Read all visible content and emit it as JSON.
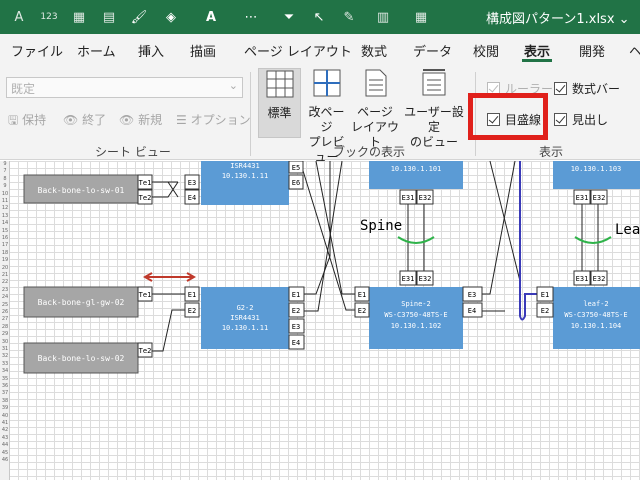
{
  "title_bar": {
    "document_title": "構成図パターン1.xlsx",
    "quick_access_icons": [
      "format-a-icon",
      "format-123-icon",
      "sheet-icon",
      "table-icon",
      "format-painter-icon",
      "fill-color-icon",
      "font-color-icon",
      "border-icon",
      "filter-icon",
      "select-icon",
      "edit-icon",
      "chart-icon",
      "grid-icon"
    ],
    "accent_color": "#217346"
  },
  "tabs": [
    {
      "label": "ファイル"
    },
    {
      "label": "ホーム"
    },
    {
      "label": "挿入"
    },
    {
      "label": "描画"
    },
    {
      "label": "ページ レイアウト"
    },
    {
      "label": "数式"
    },
    {
      "label": "データ"
    },
    {
      "label": "校閲"
    },
    {
      "label": "表示",
      "active": true
    },
    {
      "label": "開発"
    },
    {
      "label": "ヘ"
    }
  ],
  "sheet_view": {
    "select_value": "既定",
    "keep": "保持",
    "exit": "終了",
    "new": "新規",
    "options": "オプション",
    "group_label": "シート ビュー"
  },
  "workbook_views": {
    "normal": "標準",
    "page_break_1": "改ページ",
    "page_break_2": "プレビュー",
    "page_layout_1": "ページ",
    "page_layout_2": "レイアウト",
    "custom_1": "ユーザー設定",
    "custom_2": "のビュー",
    "group_label": "ブックの表示"
  },
  "show": {
    "ruler": "ルーラー",
    "formula_bar": "数式バー",
    "gridlines": "目盛線",
    "headings": "見出し",
    "group_label": "表示"
  },
  "row_numbers": [
    "9",
    "7",
    "8",
    "9",
    "10",
    "11",
    "12",
    "13",
    "14",
    "15",
    "16",
    "17",
    "18",
    "19",
    "20",
    "21",
    "22",
    "23",
    "24",
    "25",
    "26",
    "27",
    "28",
    "29",
    "30",
    "31",
    "32",
    "33",
    "34",
    "35",
    "36",
    "37",
    "38",
    "39",
    "40",
    "41",
    "42",
    "43",
    "44",
    "45",
    "46"
  ],
  "diagram": {
    "node_colors": {
      "router": "#5b9bd5",
      "external": "#a6a6a6"
    },
    "sw01": "Back-bone-lo-sw-01",
    "gw02": "Back-bone-gl-gw-02",
    "sw02": "Back-bone-lo-sw-02",
    "te1": "Te1",
    "te2": "Te2",
    "g1_model": "ISR4431",
    "g1_ip": "10.130.1.11",
    "g2_name": "G2-2",
    "g2_model": "ISR4431",
    "g2_ip": "10.130.1.11",
    "spine1_ip": "10.130.1.101",
    "spine2_name": "Spine-2",
    "spine2_model": "WS-C3750-48TS-E",
    "spine2_ip": "10.130.1.102",
    "leaf1_ip": "10.130.1.103",
    "leaf2_name": "leaf-2",
    "leaf2_model": "WS-C3750-48TS-E",
    "leaf2_ip": "10.130.1.104",
    "spine_label": "Spine",
    "leaf_label": "Lea",
    "p_e1": "E1",
    "p_e2": "E2",
    "p_e3": "E3",
    "p_e4": "E4",
    "p_e5": "E5",
    "p_e6": "E6",
    "p_e31": "E31",
    "p_e32": "E32"
  }
}
